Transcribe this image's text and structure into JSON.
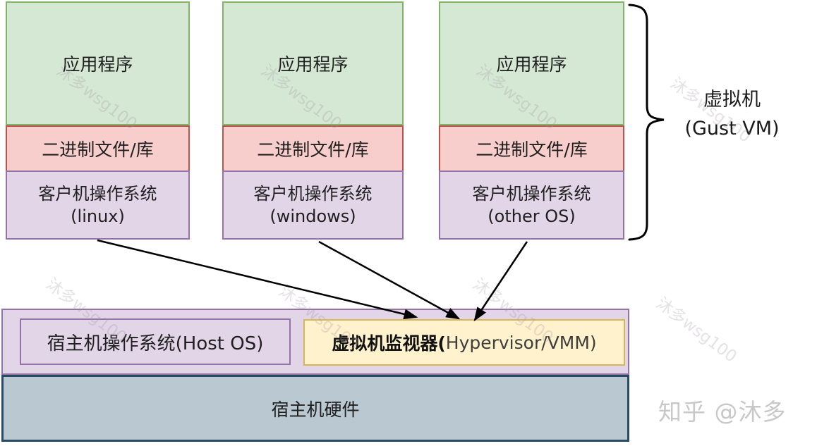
{
  "colors": {
    "app-fill": "#d5e8d4",
    "app-stroke": "#82b366",
    "bin-fill": "#f8cecc",
    "bin-stroke": "#b85450",
    "guest-fill": "#e1d5e7",
    "guest-stroke": "#9673a6",
    "host-container-fill": "#e1d5e7",
    "host-container-stroke": "#9673a6",
    "hypervisor-fill": "#fff2cc",
    "hypervisor-stroke": "#d6b656",
    "hardware-fill": "#bac8d2",
    "hardware-stroke": "#274b62",
    "arrow": "#000000",
    "text": "#1f1f1f",
    "watermark": "#c8c8c8"
  },
  "diagram": {
    "vm_columns": [
      {
        "app_label": "应用程序",
        "bin_label": "二进制文件/库",
        "os_label": "客户机操作系统",
        "os_sub": "(linux)"
      },
      {
        "app_label": "应用程序",
        "bin_label": "二进制文件/库",
        "os_label": "客户机操作系统",
        "os_sub": "(windows)"
      },
      {
        "app_label": "应用程序",
        "bin_label": "二进制文件/库",
        "os_label": "客户机操作系统",
        "os_sub": "(other OS)"
      }
    ],
    "brace_label": {
      "line1": "虚拟机",
      "line2": "(Gust VM)"
    },
    "host_os_label": "宿主机操作系统(Host OS)",
    "hypervisor_label_bold": "虚拟机监视器(",
    "hypervisor_label_rest": "Hypervisor/VMM)",
    "hardware_label": "宿主机硬件",
    "watermark_repeat": "沐多wsg100",
    "credit": "知乎 @沐多"
  }
}
